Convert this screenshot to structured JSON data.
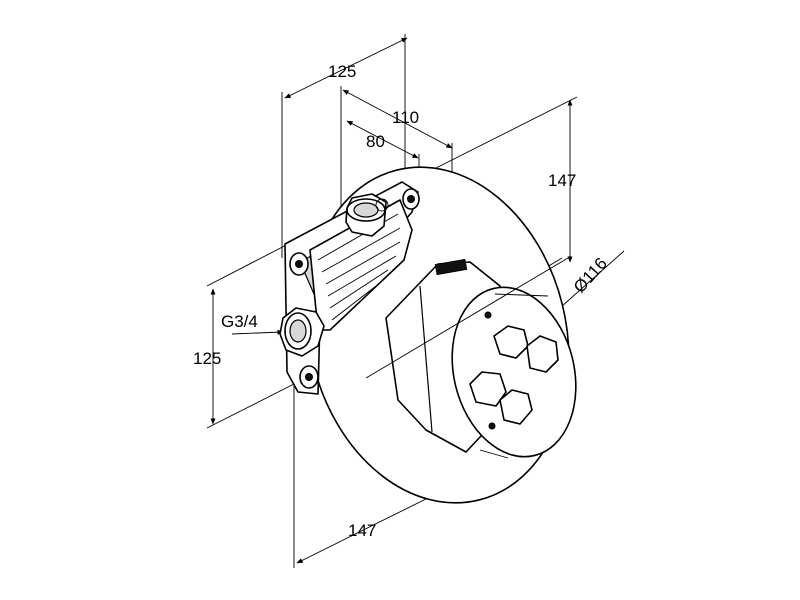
{
  "dimensions": {
    "width_back": "125",
    "depth_total": "110",
    "depth_body": "80",
    "height_axis": "147",
    "diameter": "Ø116",
    "thread": "G3/4",
    "height_front": "125",
    "width_bottom": "147"
  },
  "colors": {
    "line": "#000000",
    "background": "#ffffff"
  }
}
